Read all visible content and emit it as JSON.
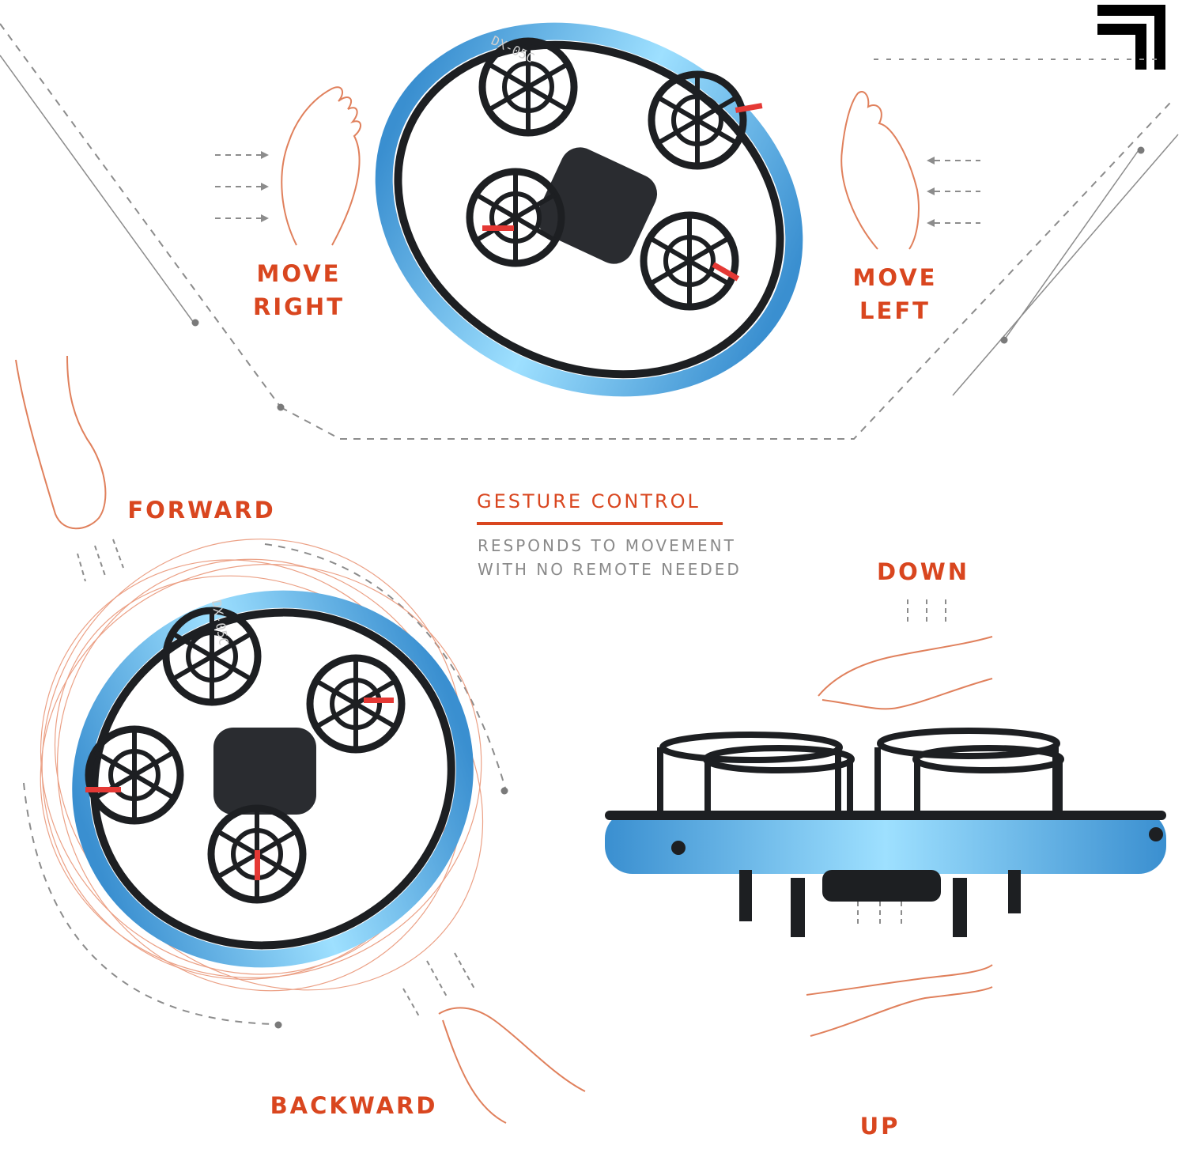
{
  "brand": {
    "logo_icon": "corner-bracket-logo-icon"
  },
  "gestures": {
    "move_right": {
      "line1": "MOVE",
      "line2": "RIGHT"
    },
    "move_left": {
      "line1": "MOVE",
      "line2": "LEFT"
    },
    "forward": "FORWARD",
    "backward": "BACKWARD",
    "down": "DOWN",
    "up": "UP"
  },
  "feature": {
    "title": "GESTURE CONTROL",
    "subtitle_line1": "RESPONDS TO MOVEMENT",
    "subtitle_line2": "WITH NO REMOTE NEEDED"
  },
  "drone": {
    "model_label": "DX-05C"
  },
  "colors": {
    "accent": "#d9461f",
    "muted": "#8a8a8a",
    "led": "#6ec3ee",
    "frame": "#1d1f22",
    "guide": "#8c8c8c"
  }
}
